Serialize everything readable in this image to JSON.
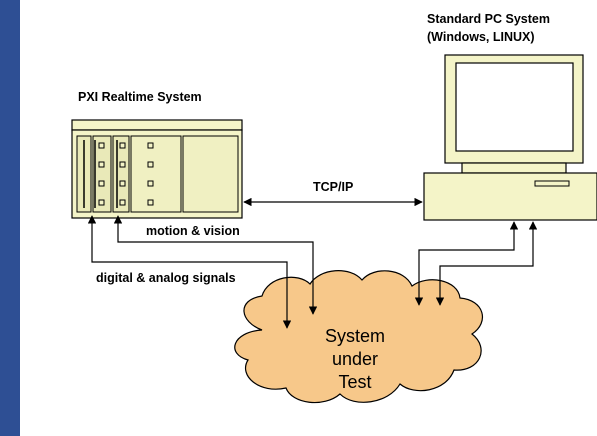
{
  "colors": {
    "background_band": "#2e4f94",
    "panel": "#ffffff",
    "device_fill": "#f4f4c8",
    "cloud_fill": "#f7c88a",
    "stroke": "#000000"
  },
  "nodes": {
    "pc": {
      "title_line1": "Standard PC System",
      "title_line2": "(Windows, LINUX)"
    },
    "pxi": {
      "title": "PXI Realtime System"
    },
    "sut": {
      "line1": "System",
      "line2": "under",
      "line3": "Test"
    }
  },
  "connections": {
    "tcpip": "TCP/IP",
    "motion_vision": "motion & vision",
    "digital_analog": "digital & analog signals"
  }
}
